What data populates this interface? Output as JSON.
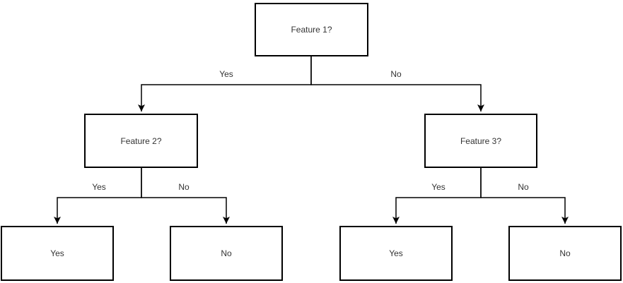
{
  "diagram": {
    "type": "decision-tree",
    "nodes": {
      "root": {
        "label": "Feature 1?"
      },
      "left": {
        "label": "Feature 2?"
      },
      "right": {
        "label": "Feature 3?"
      },
      "leaf1": {
        "label": "Yes"
      },
      "leaf2": {
        "label": "No"
      },
      "leaf3": {
        "label": "Yes"
      },
      "leaf4": {
        "label": "No"
      }
    },
    "edges": {
      "root_left": {
        "from": "root",
        "to": "left",
        "label": "Yes"
      },
      "root_right": {
        "from": "root",
        "to": "right",
        "label": "No"
      },
      "left_leaf1": {
        "from": "left",
        "to": "leaf1",
        "label": "Yes"
      },
      "left_leaf2": {
        "from": "left",
        "to": "leaf2",
        "label": "No"
      },
      "right_leaf3": {
        "from": "right",
        "to": "leaf3",
        "label": "Yes"
      },
      "right_leaf4": {
        "from": "right",
        "to": "leaf4",
        "label": "No"
      }
    },
    "colors": {
      "line": "#000000",
      "node_border": "#000000",
      "node_fill": "#ffffff",
      "text": "#333333",
      "background": "#ffffff"
    }
  }
}
